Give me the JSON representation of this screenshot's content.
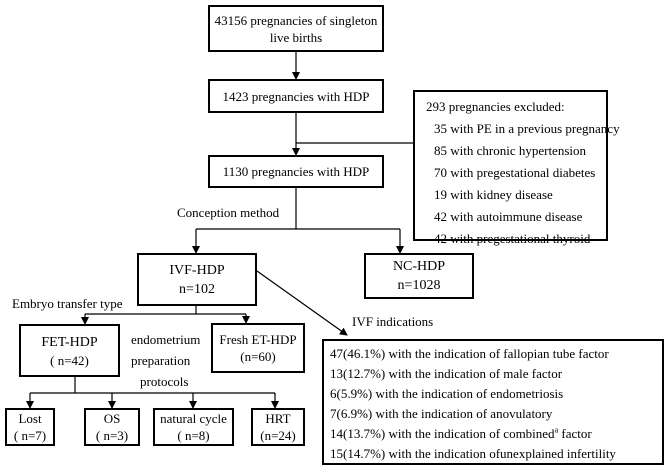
{
  "boxes": {
    "total": {
      "line1": "43156 pregnancies of singleton",
      "line2": "live births"
    },
    "hdp_all": "1423 pregnancies with HDP",
    "excluded": {
      "title": "293 pregnancies excluded:",
      "items": [
        "35 with PE in a previous pregnancy",
        "85 with chronic hypertension",
        "70 with pregestational diabetes",
        "19 with kidney disease",
        "42 with autoimmune disease",
        "42 with pregestational thyroid"
      ]
    },
    "hdp_included": "1130 pregnancies with HDP",
    "ivf": {
      "line1": "IVF-HDP",
      "line2": "n=102"
    },
    "nc": {
      "line1": "NC-HDP",
      "line2": "n=1028"
    },
    "fet": {
      "line1": "FET-HDP",
      "line2": "( n=42)"
    },
    "fresh": {
      "line1": "Fresh ET-HDP",
      "line2": "(n=60)"
    },
    "lost": {
      "line1": "Lost",
      "line2": "( n=7)"
    },
    "os": {
      "line1": "OS",
      "line2": "( n=3)"
    },
    "natural": {
      "line1": "natural cycle",
      "line2": "( n=8)"
    },
    "hrt": {
      "line1": "HRT",
      "line2": "(n=24)"
    },
    "indications": {
      "items": [
        "47(46.1%) with the indication of fallopian tube factor",
        "13(12.7%) with the indication of male factor",
        "6(5.9%) with the indication of endometriosis",
        "7(6.9%) with the indication of anovulatory"
      ],
      "combined_pre": "14(13.7%) with the indication of combined",
      "combined_sup": "a",
      "combined_post": " factor",
      "last": "15(14.7%) with the indication ofunexplained infertility"
    }
  },
  "labels": {
    "conception_method": "Conception method",
    "embryo_transfer_type": "Embryo transfer type",
    "endometrium_line1": "endometrium",
    "endometrium_line2": "preparation",
    "endometrium_line3": "protocols",
    "ivf_indications": "IVF indications"
  }
}
